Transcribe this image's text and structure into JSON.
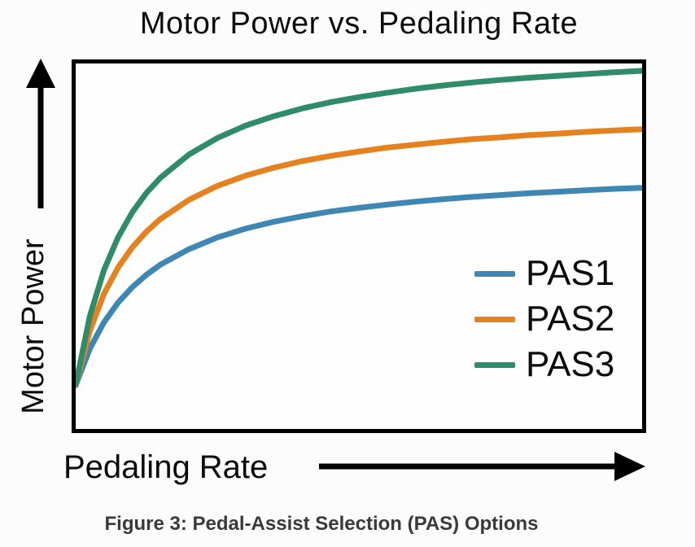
{
  "chart_data": {
    "type": "line",
    "title": "Motor Power vs. Pedaling Rate",
    "xlabel": "Pedaling Rate",
    "ylabel": "Motor Power",
    "caption": "Figure 3: Pedal-Assist Selection (PAS) Options",
    "axes_style": "conceptual axes with direction arrows, no tick marks or tick labels, no gridlines",
    "legend_position": "inside lower right",
    "x_range_norm": [
      0,
      1
    ],
    "y_range_norm": [
      0,
      1
    ],
    "x_norm": [
      0,
      0.025,
      0.05,
      0.075,
      0.1,
      0.125,
      0.15,
      0.2,
      0.25,
      0.3,
      0.35,
      0.4,
      0.45,
      0.5,
      0.55,
      0.6,
      0.65,
      0.7,
      0.75,
      0.8,
      0.85,
      0.9,
      0.95,
      1
    ],
    "series": [
      {
        "name": "PAS1",
        "color": "#3e87b2",
        "shape": "saturating curve, lowest assist level",
        "y_norm": [
          0.12,
          0.22,
          0.292,
          0.346,
          0.388,
          0.422,
          0.45,
          0.492,
          0.524,
          0.548,
          0.567,
          0.582,
          0.595,
          0.605,
          0.614,
          0.622,
          0.629,
          0.635,
          0.64,
          0.645,
          0.649,
          0.653,
          0.657,
          0.66
        ]
      },
      {
        "name": "PAS2",
        "color": "#e5811f",
        "shape": "saturating curve, middle assist level",
        "y_norm": [
          0.12,
          0.269,
          0.37,
          0.442,
          0.497,
          0.54,
          0.575,
          0.627,
          0.665,
          0.693,
          0.715,
          0.733,
          0.747,
          0.759,
          0.77,
          0.778,
          0.786,
          0.793,
          0.798,
          0.804,
          0.808,
          0.813,
          0.817,
          0.82
        ]
      },
      {
        "name": "PAS3",
        "color": "#2f8c69",
        "shape": "saturating curve, highest assist level",
        "y_norm": [
          0.12,
          0.309,
          0.435,
          0.525,
          0.593,
          0.646,
          0.688,
          0.751,
          0.796,
          0.83,
          0.856,
          0.877,
          0.894,
          0.908,
          0.92,
          0.931,
          0.94,
          0.948,
          0.955,
          0.961,
          0.966,
          0.971,
          0.976,
          0.98
        ]
      }
    ],
    "axis_color": "#000000"
  }
}
